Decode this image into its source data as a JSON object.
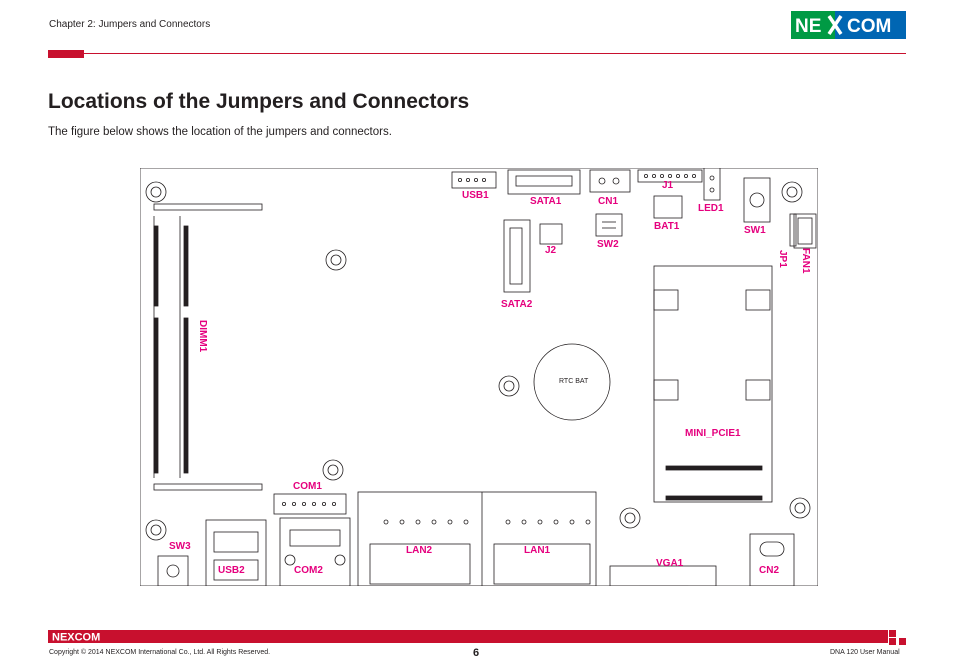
{
  "header": {
    "chapter": "Chapter 2: Jumpers and Connectors",
    "logo_text": "NEXCOM"
  },
  "colors": {
    "brand_red": "#c8102e",
    "brand_green": "#009a44",
    "brand_blue": "#0066b3",
    "label_magenta": "#e5007e"
  },
  "page": {
    "title": "Locations of the Jumpers and Connectors",
    "intro": "The figure below shows the location of the jumpers and connectors."
  },
  "diagram": {
    "labels": {
      "usb1": "USB1",
      "sata1": "SATA1",
      "cn1": "CN1",
      "j1": "J1",
      "led1": "LED1",
      "bat1": "BAT1",
      "sw1": "SW1",
      "j2": "J2",
      "sw2": "SW2",
      "sata2": "SATA2",
      "jp1": "JP1",
      "fan1": "FAN1",
      "dimm1": "DIMM1",
      "mini_pcie1": "MINI_PCIE1",
      "com1": "COM1",
      "sw3": "SW3",
      "usb2": "USB2",
      "com2": "COM2",
      "lan2": "LAN2",
      "lan1": "LAN1",
      "vga1": "VGA1",
      "cn2": "CN2",
      "rtc_bat": "RTC BAT"
    }
  },
  "footer": {
    "logo_text": "NEXCOM",
    "copyright": "Copyright © 2014 NEXCOM International Co., Ltd. All Rights Reserved.",
    "page_number": "6",
    "manual": "DNA 120 User Manual"
  }
}
